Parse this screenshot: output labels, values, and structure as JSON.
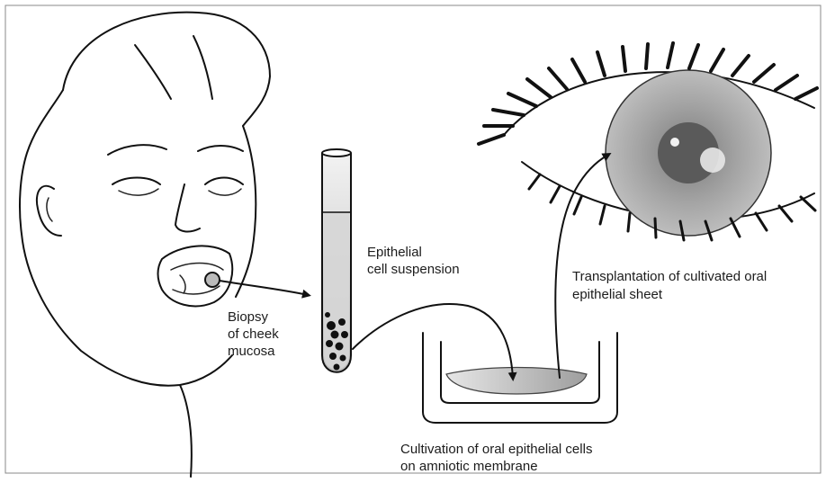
{
  "labels": {
    "epithelial_line1": "Epithelial",
    "epithelial_line2": "cell suspension",
    "biopsy_line1": "Biopsy",
    "biopsy_line2": "of cheek",
    "biopsy_line3": "mucosa",
    "transplant_line1": "Transplantation of cultivated oral",
    "transplant_line2": "epithelial sheet",
    "cultivation_line1": "Cultivation of oral epithelial cells",
    "cultivation_line2": "on amniotic membrane"
  },
  "colors": {
    "ink": "#111111",
    "iris": "#9a9a9a",
    "pupil": "#555555",
    "tube_fluid": "#d6d6d6",
    "membrane": "#bdbdbd"
  }
}
